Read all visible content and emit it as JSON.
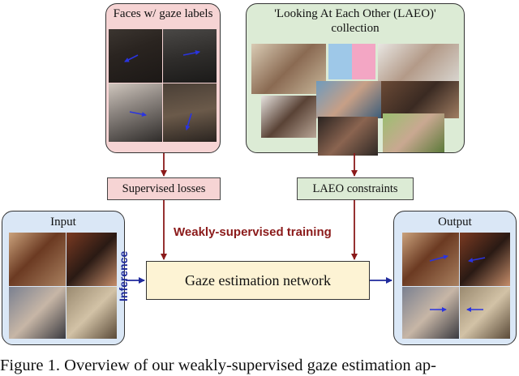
{
  "faces_panel": {
    "title": "Faces w/ gaze labels",
    "fill": "#f6d4d4"
  },
  "laeo_panel": {
    "title_line1": "'Looking At Each Other (LAEO)'",
    "title_line2": "collection",
    "fill": "#dcebd5"
  },
  "supervised_losses": {
    "label": "Supervised losses",
    "fill": "#f6d4d4"
  },
  "laeo_constraints": {
    "label": "LAEO constraints",
    "fill": "#dcebd5"
  },
  "weak_training_label": "Weakly-supervised training",
  "network": {
    "label": "Gaze estimation network",
    "fill": "#fdf3d4"
  },
  "inference_label": "Inference",
  "input_panel": {
    "title": "Input",
    "fill": "#dae7f6"
  },
  "output_panel": {
    "title": "Output",
    "fill": "#dae7f6"
  },
  "caption": "Figure 1. Overview of our weakly-supervised gaze estimation ap-",
  "colors": {
    "training_arrow": "#8b1a1a",
    "inference_arrow": "#1f2a9c",
    "gaze_arrow": "#2a34e0"
  }
}
